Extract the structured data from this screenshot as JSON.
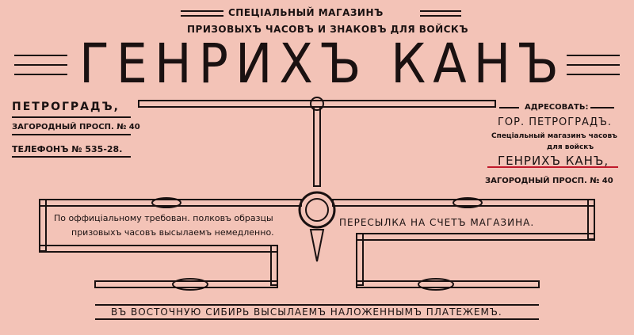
{
  "header": {
    "line1": "СПЕЦІАЛЬНЫЙ МАГАЗИНЪ",
    "line2": "ПРИЗОВЫХЪ ЧАСОВЪ И ЗНАКОВЪ ДЛЯ ВОЙСКЪ",
    "title": "ГЕНРИХЪ КАНЪ"
  },
  "left": {
    "city": "ПЕТРОГРАДЪ,",
    "address": "ЗАГОРОДНЫЙ ПРОСП. № 40",
    "phone": "ТЕЛЕФОНЪ № 535-28."
  },
  "right": {
    "label": "АДРЕСОВАТЬ:",
    "city": "ГОР. ПЕТРОГРАДЪ.",
    "shop1": "Спеціальный магазинъ часовъ",
    "shop2": "для войскъ",
    "name": "ГЕНРИХЪ КАНЪ,",
    "address": "ЗАГОРОДНЫЙ ПРОСП. № 40"
  },
  "middle": {
    "left1": "По оффиціальному требован. полковъ образцы",
    "left2": "призовыхъ часовъ высылаемъ немедленно.",
    "right": "ПЕРЕСЫЛКА НА СЧЕТЪ МАГАЗИНА."
  },
  "footer": "ВЪ ВОСТОЧНУЮ СИБИРЬ ВЫСЫЛАЕМЪ НАЛОЖЕННЫМЪ ПЛАТЕЖЕМЪ.",
  "colors": {
    "background": "#f3c3b7",
    "ink": "#1a1111",
    "accent": "#c0182a"
  }
}
